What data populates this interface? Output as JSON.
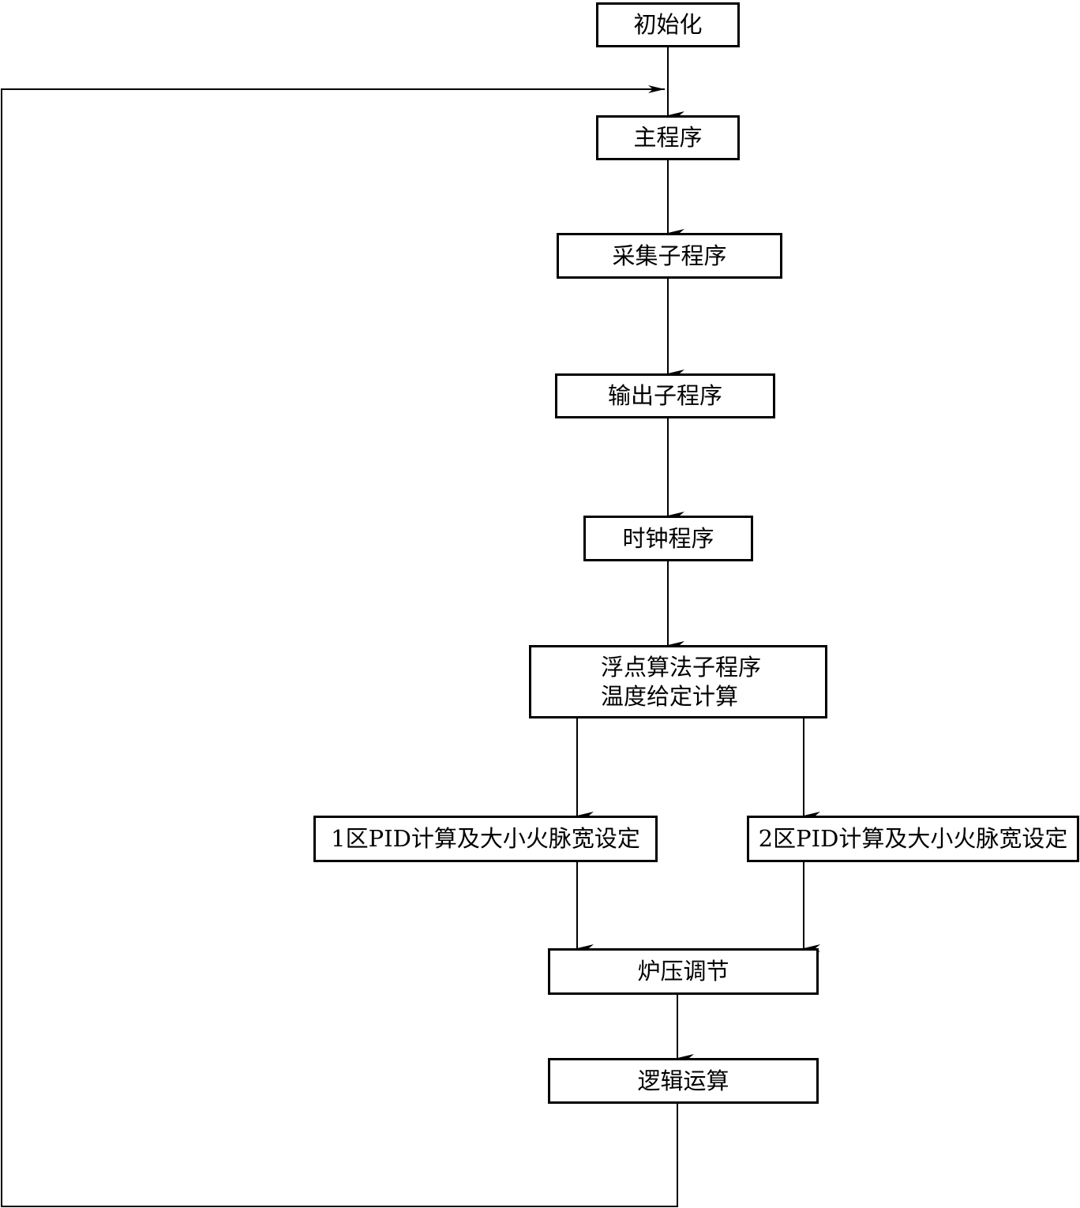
{
  "nodes": {
    "init": "初始化",
    "main": "主程序",
    "acquire": "采集子程序",
    "output": "输出子程序",
    "clock": "时钟程序",
    "float_line1": "浮点算法子程序",
    "float_line2": "温度给定计算",
    "pid1": "1区PID计算及大小火脉宽设定",
    "pid2": "2区PID计算及大小火脉宽设定",
    "furnace": "炉压调节",
    "logic": "逻辑运算"
  }
}
